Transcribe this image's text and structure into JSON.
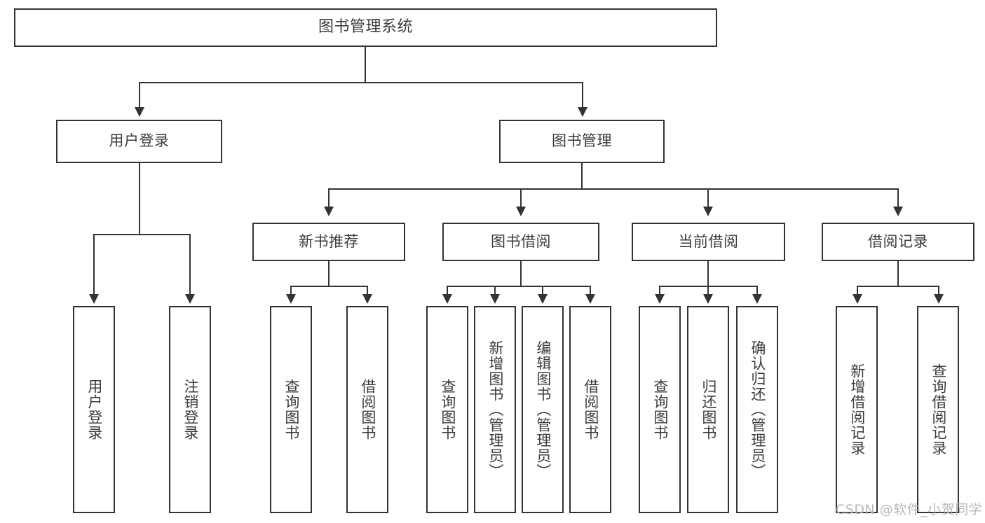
{
  "diagram": {
    "type": "tree-hierarchy",
    "title": "图书管理系统",
    "root": {
      "label": "图书管理系统"
    },
    "level1": [
      {
        "id": "user-login",
        "label": "用户登录"
      },
      {
        "id": "book-management",
        "label": "图书管理"
      }
    ],
    "level2": [
      {
        "id": "new-book-recommend",
        "label": "新书推荐",
        "parent": "book-management"
      },
      {
        "id": "book-borrow",
        "label": "图书借阅",
        "parent": "book-management"
      },
      {
        "id": "current-borrow",
        "label": "当前借阅",
        "parent": "book-management"
      },
      {
        "id": "borrow-record",
        "label": "借阅记录",
        "parent": "book-management"
      }
    ],
    "leaves": {
      "user_login": [
        {
          "id": "leaf-user-login",
          "label": "用户登录"
        },
        {
          "id": "leaf-logout",
          "label": "注销登录"
        }
      ],
      "new_book_recommend": [
        {
          "id": "leaf-query-book-1",
          "label": "查询图书"
        },
        {
          "id": "leaf-borrow-book-1",
          "label": "借阅图书"
        }
      ],
      "book_borrow": [
        {
          "id": "leaf-query-book-2",
          "label": "查询图书"
        },
        {
          "id": "leaf-add-book",
          "label": "新增图书（管理员）"
        },
        {
          "id": "leaf-edit-book",
          "label": "编辑图书（管理员）"
        },
        {
          "id": "leaf-borrow-book-2",
          "label": "借阅图书"
        }
      ],
      "current_borrow": [
        {
          "id": "leaf-query-book-3",
          "label": "查询图书"
        },
        {
          "id": "leaf-return-book",
          "label": "归还图书"
        },
        {
          "id": "leaf-confirm-return",
          "label": "确认归还（管理员）"
        }
      ],
      "borrow_record": [
        {
          "id": "leaf-add-record",
          "label": "新增借阅记录"
        },
        {
          "id": "leaf-query-record",
          "label": "查询借阅记录"
        }
      ]
    }
  },
  "watermark": {
    "text": "CSDN @软件_小贺同学"
  },
  "colors": {
    "border": "#333333",
    "text": "#3b3b3b",
    "background": "#ffffff",
    "watermark": "#b9b9b9"
  }
}
